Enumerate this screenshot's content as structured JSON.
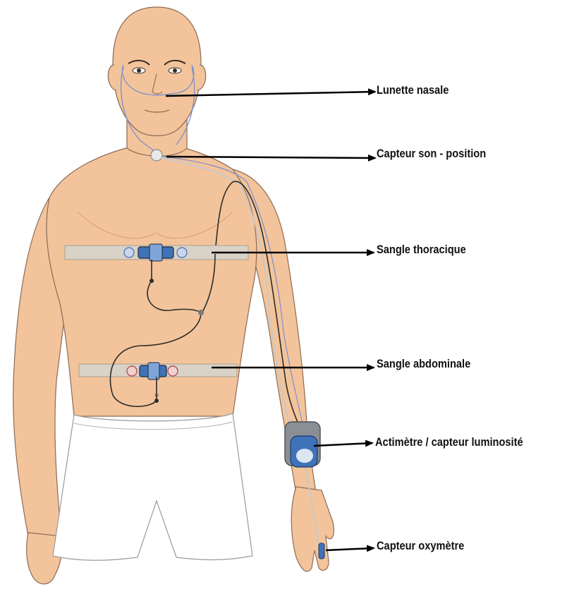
{
  "labels": {
    "nasal": "Lunette nasale",
    "sound": "Capteur son - position",
    "thoracic": "Sangle thoracique",
    "abdominal": "Sangle abdominale",
    "actimeter": "Actimètre / capteur luminosité",
    "oximeter": "Capteur oxymètre"
  },
  "colors": {
    "skin": "#f3c49b",
    "skin_shadow": "#dba47a",
    "outline": "#8c6a55",
    "belt": "#d9d2c6",
    "shorts": "#ffffff",
    "cable_dark": "#2c2c2c",
    "cable_blue": "#7a8fd0",
    "device_blue": "#3f72b8",
    "device_gray": "#8a8f96",
    "arrow": "#000000"
  }
}
